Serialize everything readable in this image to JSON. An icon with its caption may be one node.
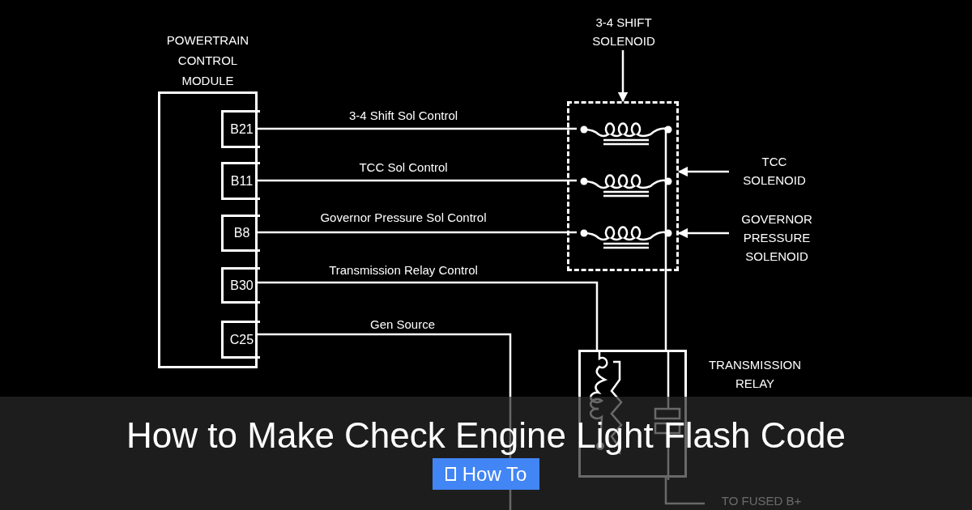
{
  "diagram": {
    "title": "How to Make Check Engine Light Flash Code",
    "nodes": [
      {
        "text": [
          "POWERTRAIN CONTROL MODULE"
        ]
      },
      {
        "text": [
          "B21"
        ],
        "in": 0
      },
      {
        "text": [
          "B11"
        ],
        "in": 0
      },
      {
        "text": [
          "B8"
        ],
        "in": 0
      },
      {
        "text": [
          "B30"
        ],
        "in": 0
      },
      {
        "text": [
          "C25"
        ],
        "in": 0
      },
      {
        "text": [
          "3-4 SHIFT SOLENOID"
        ]
      },
      {
        "text": [],
        "shape": "box"
      },
      {
        "text": [],
        "shape": "coil",
        "in": 7
      },
      {
        "text": [],
        "shape": "coil",
        "in": 7
      },
      {
        "text": [],
        "shape": "coil",
        "in": 7
      },
      {
        "text": [
          "TCC SOLENOID"
        ]
      },
      {
        "text": [
          "GOVERNOR PRESSURE SOLENOID"
        ]
      },
      {
        "text": [],
        "shape": "box",
        "beside": [
          "TRANSMISSION RELAY"
        ]
      },
      {
        "text": [
          "TO FUSED B+"
        ]
      }
    ],
    "edges": [
      {
        "from": 1,
        "to": 8,
        "arrow": "none",
        "label": "3-4 Shift Sol Control"
      },
      {
        "from": 2,
        "to": 9,
        "arrow": "none",
        "label": "TCC Sol Control"
      },
      {
        "from": 3,
        "to": 10,
        "arrow": "none",
        "label": "Governor Pressure Sol Control"
      },
      {
        "from": 4,
        "to": 13,
        "arrow": "none",
        "label": "Transmission Relay Control"
      },
      {
        "from": 5,
        "to": null,
        "arrow": "none",
        "label": "Gen Source"
      },
      {
        "from": 6,
        "to": 7,
        "arrow": "to"
      },
      {
        "from": 11,
        "to": 7,
        "arrow": "to"
      },
      {
        "from": 12,
        "to": 7,
        "arrow": "to"
      },
      {
        "from": 7,
        "to": 13,
        "arrow": "none"
      },
      {
        "from": 13,
        "to": 14,
        "arrow": "none"
      }
    ],
    "labels": [
      "How To"
    ]
  }
}
